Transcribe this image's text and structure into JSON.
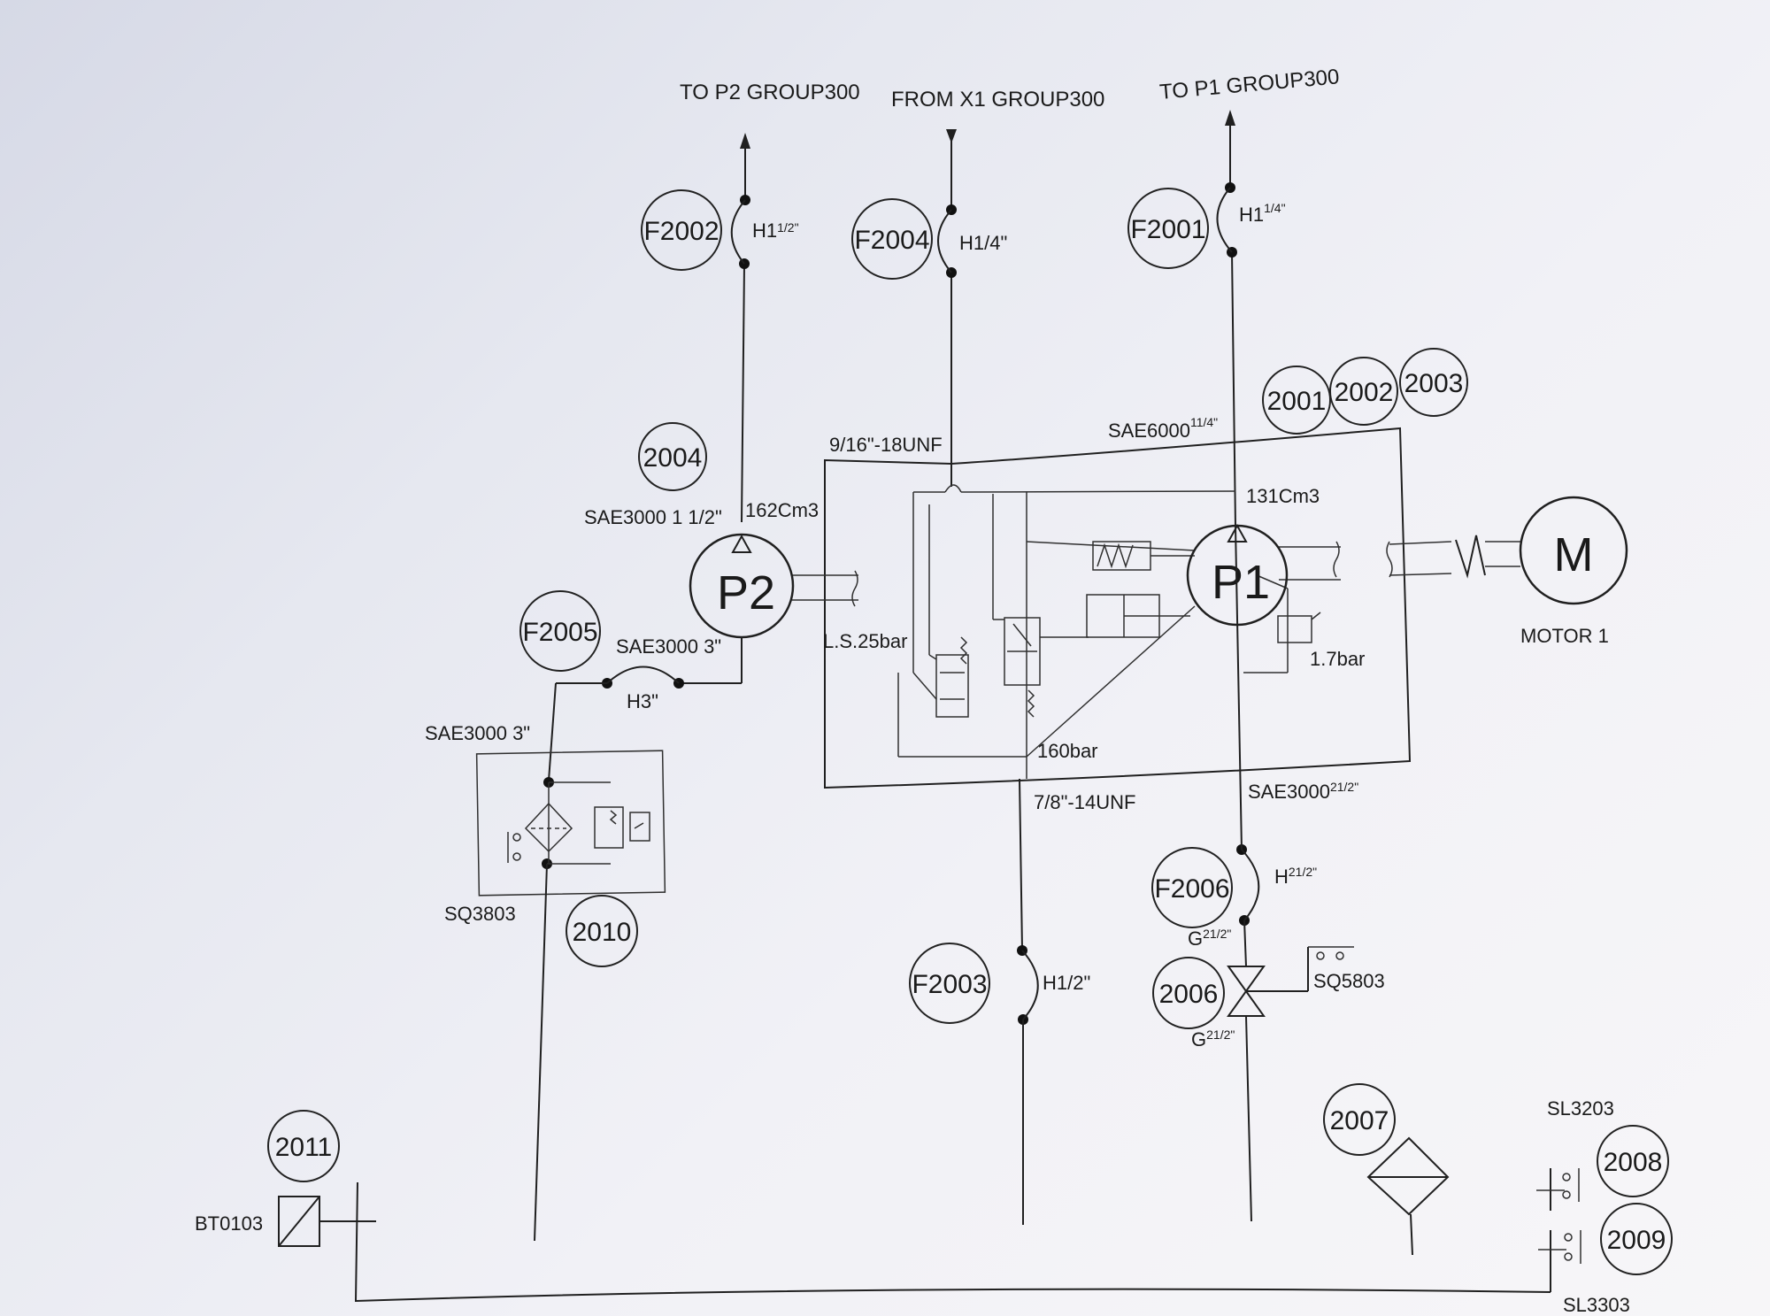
{
  "destinations": {
    "to_p2": "TO P2 GROUP300",
    "from_x1": "FROM X1 GROUP300",
    "to_p1": "TO P1 GROUP300"
  },
  "bubbles": {
    "f2002": "F2002",
    "f2004": "F2004",
    "f2001": "F2001",
    "b2001": "2001",
    "b2002": "2002",
    "b2003": "2003",
    "b2004": "2004",
    "f2005": "F2005",
    "b2010": "2010",
    "f2006": "F2006",
    "b2006": "2006",
    "f2003": "F2003",
    "b2007": "2007",
    "b2008": "2008",
    "b2009": "2009",
    "b2011": "2011"
  },
  "hoses": {
    "f2002_main": "H1",
    "f2002_sup": "1/2\"",
    "f2004": "H1/4\"",
    "f2001_main": "H1",
    "f2001_sup": "1/4\"",
    "h3": "H3\"",
    "f2006_main": "H",
    "f2006_sup": "21/2\"",
    "f2003": "H1/2\""
  },
  "labels": {
    "unf_9_16": "9/16\"-18UNF",
    "sae6000_main": "SAE6000",
    "sae6000_sup": "11/4\"",
    "p1_disp": "131Cm3",
    "p2_disp": "162Cm3",
    "sae3000_p2": "SAE3000 1 1/2\"",
    "sae3000_3_upper": "SAE3000 3\"",
    "sae3000_3_lower": "SAE3000 3\"",
    "ls_pressure": "L.S.25bar",
    "pressure_1_7": "1.7bar",
    "pressure_160": "160bar",
    "unf_7_8": "7/8\"-14UNF",
    "sae3000_21_main": "SAE3000",
    "sae3000_21_sup": "21/2\"",
    "g_upper_main": "G",
    "g_upper_sup": "21/2\"",
    "g_lower_main": "G",
    "g_lower_sup": "21/2\"",
    "sq5803": "SQ5803",
    "sq3803": "SQ3803",
    "sl3203": "SL3203",
    "sl3303": "SL3303",
    "bt0103": "BT0103",
    "motor_caption": "MOTOR  1"
  },
  "components": {
    "pump_p1": "P1",
    "pump_p2": "P2",
    "motor_symbol": "M"
  },
  "colors": {
    "ink": "#202020"
  }
}
